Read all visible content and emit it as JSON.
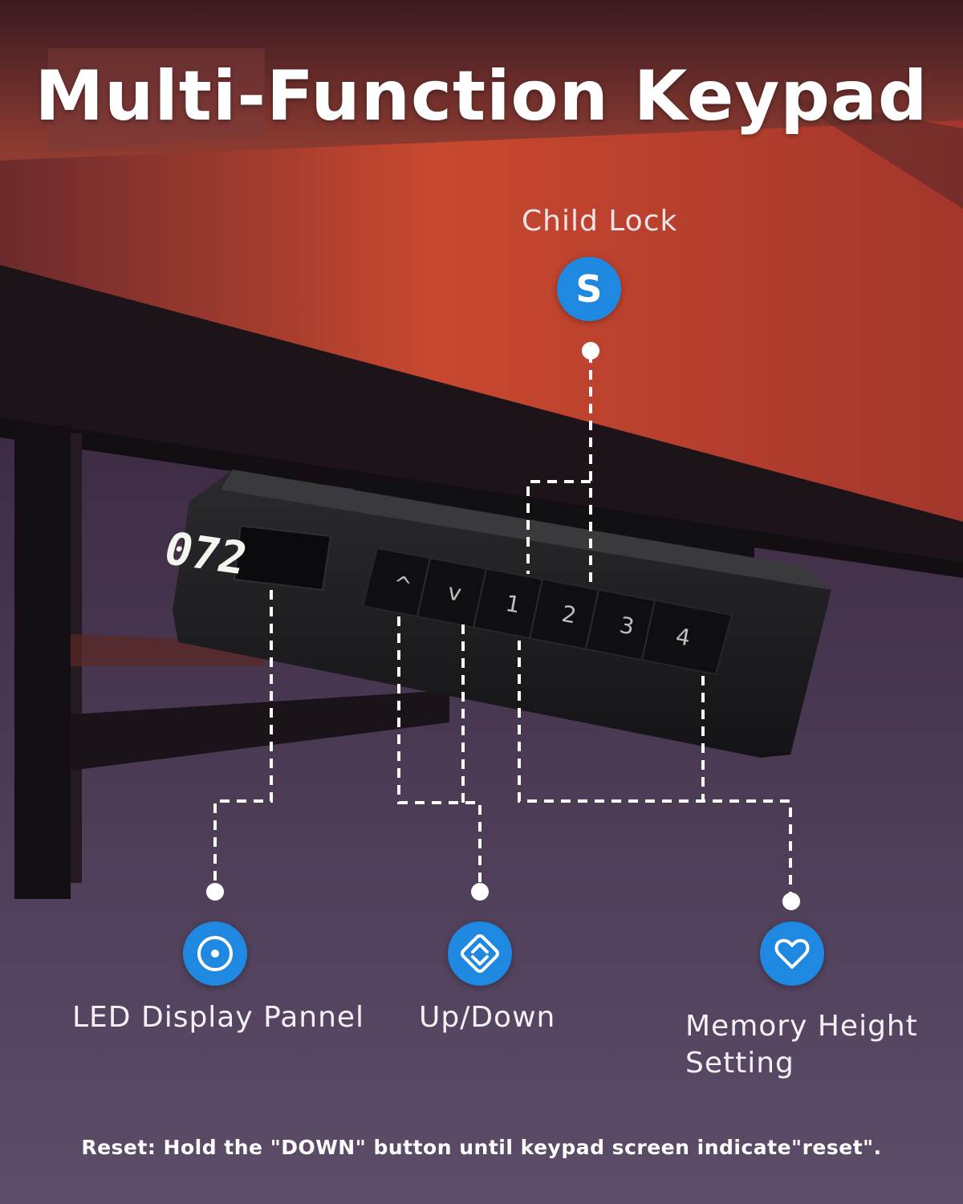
{
  "title": "Multi-Function Keypad",
  "callouts": {
    "child_lock": {
      "label": "Child Lock",
      "badge": "S"
    },
    "led_display": {
      "label": "LED Display Pannel",
      "icon": "target-circle-icon"
    },
    "up_down": {
      "label": "Up/Down",
      "icon": "up-down-chevrons-icon"
    },
    "memory": {
      "label_line1": "Memory Height",
      "label_line2": "Setting",
      "icon": "heart-icon"
    }
  },
  "keypad": {
    "display_value": "072",
    "keys": [
      "^",
      "v",
      "1",
      "2",
      "3",
      "4"
    ]
  },
  "note": "Reset: Hold the \"DOWN\" button until keypad screen indicate\"reset\".",
  "colors": {
    "accent": "#1f88e0",
    "text": "#ffffff",
    "desk": "#1c1418"
  }
}
